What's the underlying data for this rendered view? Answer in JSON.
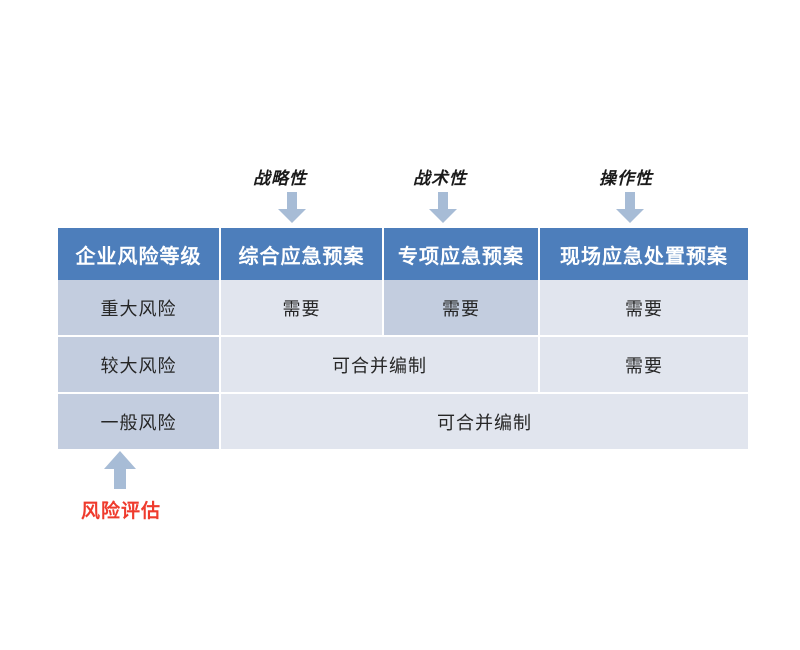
{
  "diagram": {
    "title_annotations": [
      {
        "label": "战略性",
        "target_column": "综合应急预案",
        "icon": "arrow-down-icon"
      },
      {
        "label": "战术性",
        "target_column": "专项应急预案",
        "icon": "arrow-down-icon"
      },
      {
        "label": "操作性",
        "target_column": "现场应急处置预案",
        "icon": "arrow-down-icon"
      }
    ],
    "bottom_annotation": {
      "label": "风险评估",
      "target_column": "企业风险等级",
      "icon": "arrow-up-icon",
      "color": "#ef3b2d"
    },
    "table": {
      "headers": [
        "企业风险等级",
        "综合应急预案",
        "专项应急预案",
        "现场应急处置预案"
      ],
      "rows": [
        {
          "level": "重大风险",
          "cells": [
            {
              "text": "需要",
              "style": "normal"
            },
            {
              "text": "需要",
              "style": "accent"
            },
            {
              "text": "需要",
              "style": "normal"
            }
          ]
        },
        {
          "level": "较大风险",
          "cells": [
            {
              "text": "可合并编制",
              "style": "normal",
              "colspan": 2
            },
            {
              "text": "需要",
              "style": "normal"
            }
          ]
        },
        {
          "level": "一般风险",
          "cells": [
            {
              "text": "可合并编制",
              "style": "normal",
              "colspan": 3
            }
          ]
        }
      ]
    },
    "colors": {
      "header_bg": "#4d7ebb",
      "header_text": "#ffffff",
      "row_head_bg": "#c3cddf",
      "cell_bg": "#e1e5ee",
      "accent_cell_bg": "#c3cddf",
      "arrow_fill": "#a7bcd6",
      "highlight_text": "#ef3b2d",
      "page_bg": "#ffffff"
    }
  }
}
